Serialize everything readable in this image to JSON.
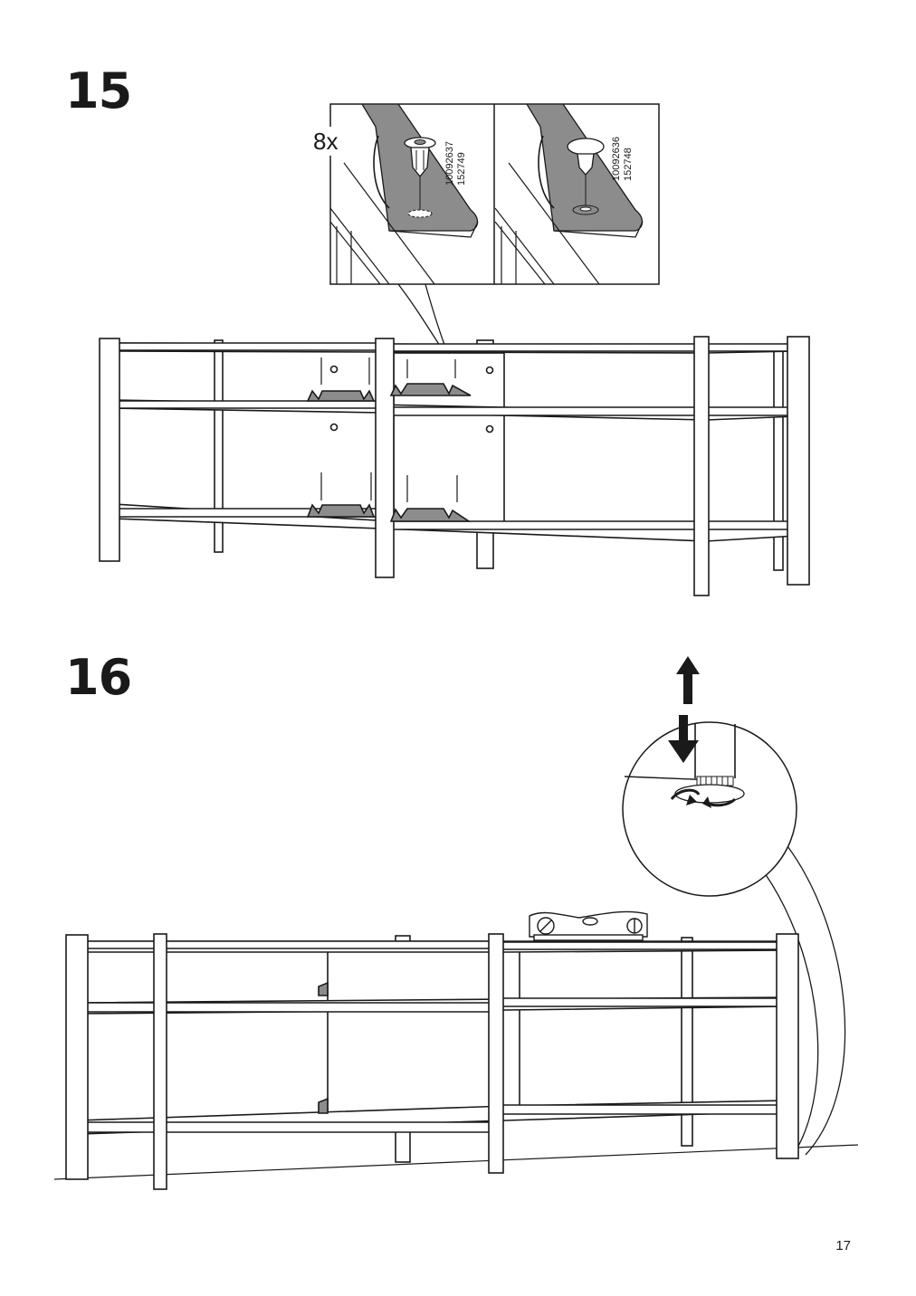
{
  "steps": [
    {
      "number": "15",
      "callout": {
        "quantity": "8x",
        "panels": [
          {
            "part_lines": [
              "10092637",
              "152749"
            ],
            "icon": "shelf-peg-plug-icon"
          },
          {
            "part_lines": [
              "10092636",
              "152748"
            ],
            "icon": "cap-icon"
          }
        ]
      }
    },
    {
      "number": "16",
      "icon": "adjust-foot-arrows-icon"
    }
  ],
  "page": {
    "number": "17"
  },
  "colors": {
    "ink": "#1a1a1a",
    "fill": "#8c8c8c",
    "paper": "#ffffff"
  }
}
